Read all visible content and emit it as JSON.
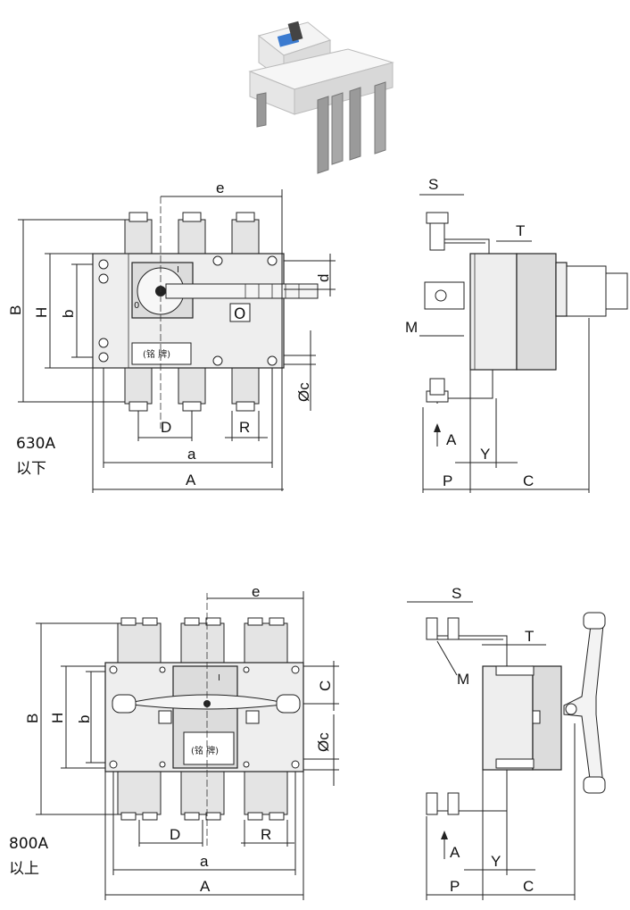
{
  "labels": {
    "top_view_630": {
      "e": "e",
      "B": "B",
      "H": "H",
      "b": "b",
      "d": "d",
      "c": "Øc",
      "D": "D",
      "R": "R",
      "a": "a",
      "A": "A",
      "nameplate": "(铭 牌)",
      "switch_I": "I",
      "switch_O": "O",
      "switch_0": "0"
    },
    "side_view_630": {
      "S": "S",
      "T": "T",
      "M": "M",
      "A": "A",
      "Y": "Y",
      "P": "P",
      "C": "C"
    },
    "range_630": {
      "line1": "630A",
      "line2": "以下"
    },
    "top_view_800": {
      "e": "e",
      "B": "B",
      "H": "H",
      "b": "b",
      "C": "C",
      "c": "Øc",
      "D": "D",
      "R": "R",
      "a": "a",
      "A": "A",
      "nameplate": "(铭 牌)",
      "switch_I": "I"
    },
    "side_view_800": {
      "S": "S",
      "T": "T",
      "M": "M",
      "A": "A",
      "Y": "Y",
      "P": "P",
      "C": "C"
    },
    "range_800": {
      "line1": "800A",
      "line2": "以上"
    }
  },
  "colors": {
    "line": "#222222",
    "body_fill": "#eeeeee",
    "photo_accent": "#3b7bd0"
  }
}
